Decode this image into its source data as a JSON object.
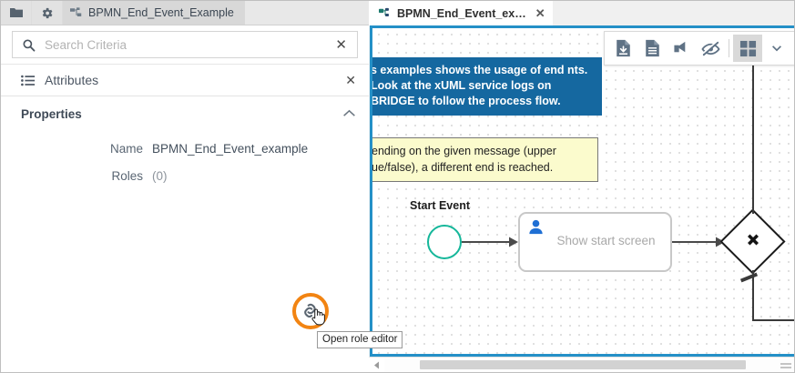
{
  "left_panel": {
    "toolbar": {
      "folder_icon": "folder-icon",
      "settings_icon": "gear-icon",
      "tab": {
        "icon": "hierarchy-tree-icon",
        "label": "BPMN_End_Event_Example"
      }
    },
    "search": {
      "icon": "search-icon",
      "placeholder": "Search Criteria",
      "value": "",
      "clear_label": "✕"
    },
    "attributes": {
      "icon": "list-icon",
      "title": "Attributes",
      "close_label": "✕"
    },
    "properties": {
      "title": "Properties",
      "collapse_icon": "chevron-up-icon",
      "rows": [
        {
          "label": "Name",
          "value": "BPMN_End_Event_example",
          "muted": false
        },
        {
          "label": "Roles",
          "value": "(0)",
          "muted": true
        }
      ],
      "role_editor": {
        "icon": "link-chain-icon",
        "tooltip": "Open role editor",
        "highlight_color": "#f28412",
        "cursor": "pointer-hand-cursor"
      }
    }
  },
  "right_panel": {
    "tab": {
      "icon": "diagram-node-icon",
      "label": "BPMN_End_Event_ex…",
      "close_label": "✕"
    },
    "toolbar": [
      {
        "name": "export-document-icon",
        "label": "Export"
      },
      {
        "name": "document-icon",
        "label": "Documentation"
      },
      {
        "name": "share-icon",
        "label": "Share"
      },
      {
        "name": "eye-off-icon",
        "label": "Hide"
      },
      {
        "name": "grid-icon",
        "label": "Grid",
        "active": true
      },
      {
        "name": "chevron-down-icon",
        "label": "More"
      }
    ],
    "canvas": {
      "banner_text": "s examples shows the usage of end nts. Look at the xUML service logs on BRIDGE to follow the process flow.",
      "note_text": "ending on the given message (upper ue/false), a different end is reached.",
      "start_event_label": "Start Event",
      "start_event_icon": "start-event-circle",
      "task": {
        "icon": "user-task-icon",
        "label": "Show start screen"
      },
      "gateway_icon": "exclusive-gateway-x-icon",
      "accent_color": "#2490c7",
      "start_color": "#15b79a",
      "banner_color": "#1568a0",
      "note_color": "#fbfbcd"
    },
    "scrollbar": {
      "left_arrow": "scroll-left-arrow",
      "thumb": "horizontal-scroll-thumb"
    }
  }
}
